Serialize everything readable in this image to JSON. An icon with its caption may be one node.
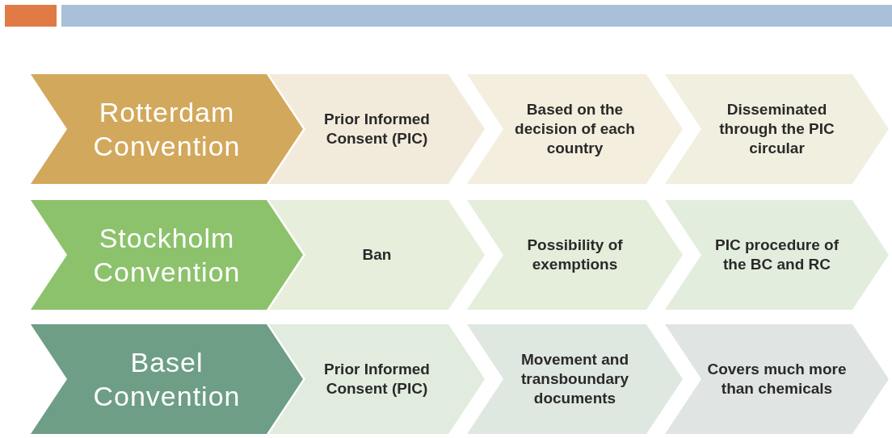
{
  "diagram": {
    "nodes": [
      {
        "text": [
          "Rotterdam Convention"
        ]
      },
      {
        "text": [
          "Prior Informed Consent (PIC)"
        ]
      },
      {
        "text": [
          "Based on the decision of each country"
        ]
      },
      {
        "text": [
          "Disseminated through the PIC circular"
        ]
      },
      {
        "text": [
          "Stockholm Convention"
        ]
      },
      {
        "text": [
          "Ban"
        ]
      },
      {
        "text": [
          "Possibility of exemptions"
        ]
      },
      {
        "text": [
          "PIC procedure of the BC and RC"
        ]
      },
      {
        "text": [
          "Basel Convention"
        ]
      },
      {
        "text": [
          "Prior Informed Consent (PIC)"
        ]
      },
      {
        "text": [
          "Movement and transboundary documents"
        ]
      },
      {
        "text": [
          "Covers much more than chemicals"
        ]
      }
    ]
  }
}
